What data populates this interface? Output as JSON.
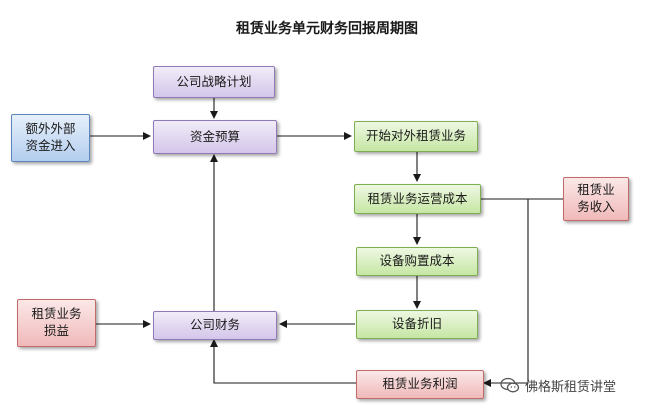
{
  "title": "租赁业务单元财务回报周期图",
  "nodes": {
    "strategy": "公司战略计划",
    "external_funds": "额外外部\n资金进入",
    "budget": "资金预算",
    "start_leasing": "开始对外租赁业务",
    "operating_cost": "租赁业务运营成本",
    "revenue": "租赁业\n务收入",
    "equipment_purchase": "设备购置成本",
    "depreciation": "设备折旧",
    "company_finance": "公司财务",
    "gain_loss": "租赁业务\n损益",
    "profit": "租赁业务利润"
  },
  "watermark": {
    "text": "佛格斯租赁讲堂",
    "icon": "wechat-icon"
  }
}
